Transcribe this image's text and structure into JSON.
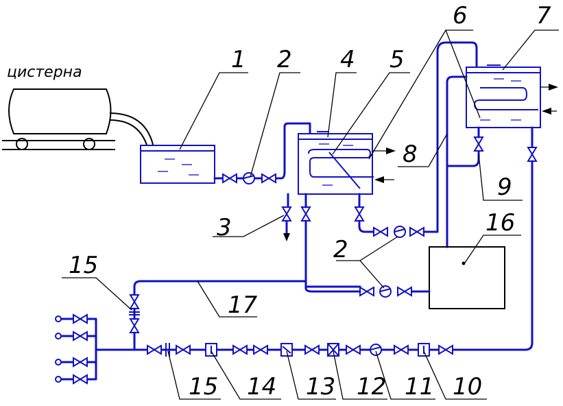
{
  "tank_label": "цистерна",
  "labels": {
    "n1": "1",
    "n2a": "2",
    "n4": "4",
    "n5": "5",
    "n6": "6",
    "n7": "7",
    "n8": "8",
    "n9": "9",
    "n16": "16",
    "n3": "3",
    "n2b": "2",
    "n15a": "15",
    "n17": "17",
    "n15b": "15",
    "n14": "14",
    "n13": "13",
    "n12": "12",
    "n11": "11",
    "n10": "10"
  },
  "colors": {
    "pipe": "#1010c8",
    "leader": "#000000"
  }
}
